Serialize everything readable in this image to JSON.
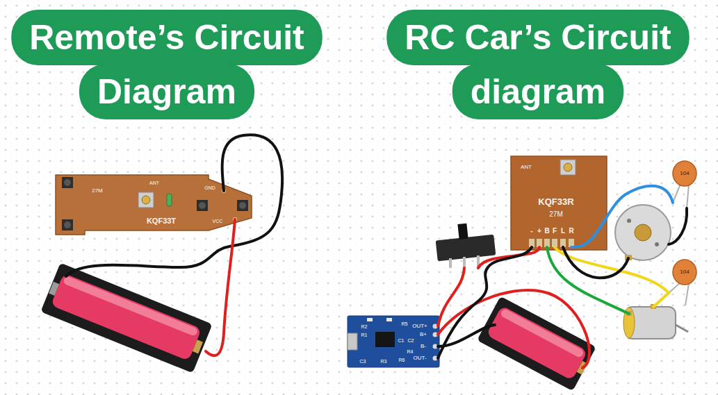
{
  "diagram": {
    "nodes": [
      {
        "text": [
          "Remote’s Circuit Diagram"
        ]
      },
      {
        "text": [
          "RC Car’s Circuit diagram"
        ]
      }
    ],
    "labels": [
      "27M",
      "ANT",
      "GND",
      "KQF33T",
      "VCC",
      "ANT",
      "KQF33R",
      "27M",
      "-",
      "+",
      "B",
      "F",
      "L",
      "R",
      "OUT+",
      "B+",
      "B-",
      "OUT-",
      "R2",
      "R1",
      "R5",
      "C1",
      "C2",
      "R4",
      "R6",
      "C3",
      "R3",
      "104",
      "104"
    ]
  }
}
